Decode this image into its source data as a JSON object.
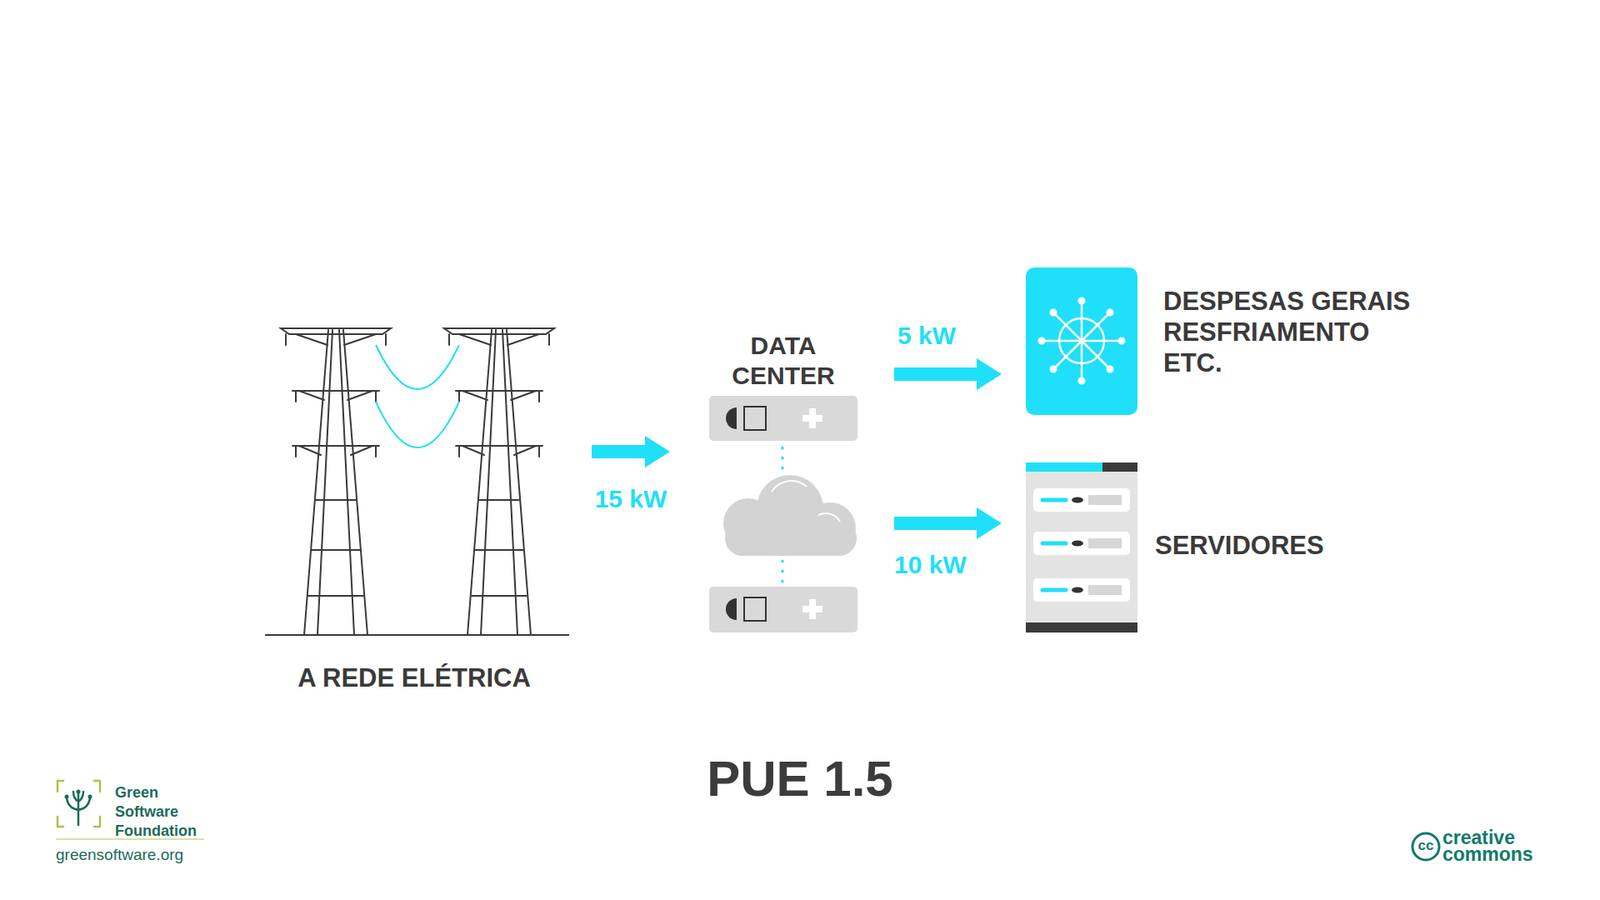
{
  "diagram": {
    "caption": "PUE 1.5",
    "nodes": [
      {
        "text": [
          "A REDE ELÉTRICA"
        ]
      },
      {
        "text": [
          "DATA CENTER"
        ]
      },
      {
        "text": [
          "DESPESAS GERAIS RESFRIAMENTO ETC."
        ]
      },
      {
        "text": [
          "SERVIDORES"
        ]
      }
    ],
    "edges": [
      {
        "from": 0,
        "to": 1,
        "arrow": "to",
        "label": "15 kW"
      },
      {
        "from": 1,
        "to": 2,
        "arrow": "to",
        "label": "5 kW"
      },
      {
        "from": 1,
        "to": 3,
        "arrow": "to",
        "label": "10 kW"
      }
    ],
    "labels": [
      "Green Software Foundation",
      "greensoftware.org",
      "cc",
      "creative commons"
    ]
  }
}
